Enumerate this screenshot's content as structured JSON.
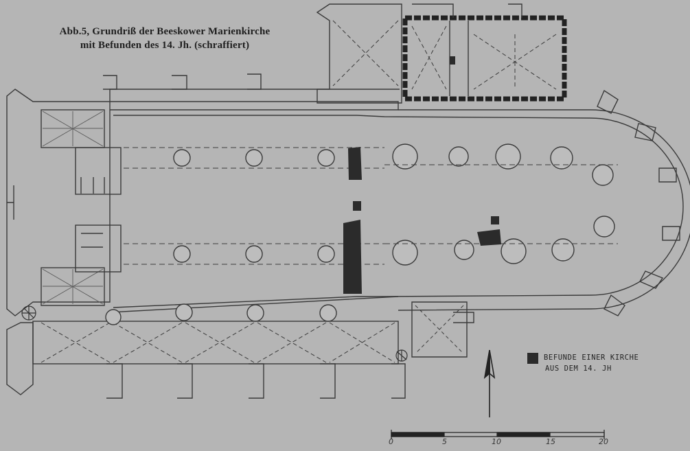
{
  "caption": {
    "line1": "Abb.5, Grundriß der Beeskower Marienkirche",
    "line2": "mit Befunden des 14. Jh. (schraffiert)"
  },
  "legend": {
    "line1": "BEFUNDE EINER KIRCHE",
    "line2": "AUS DEM 14. JH"
  },
  "scale": {
    "ticks": [
      "0",
      "5",
      "10",
      "15",
      "20"
    ]
  },
  "colors": {
    "paper": "#b5b5b5",
    "ink": "#2b2b2b",
    "finding": "#2b2b2b"
  },
  "icons": [
    "north-arrow-icon",
    "spiral-stair-icon"
  ]
}
